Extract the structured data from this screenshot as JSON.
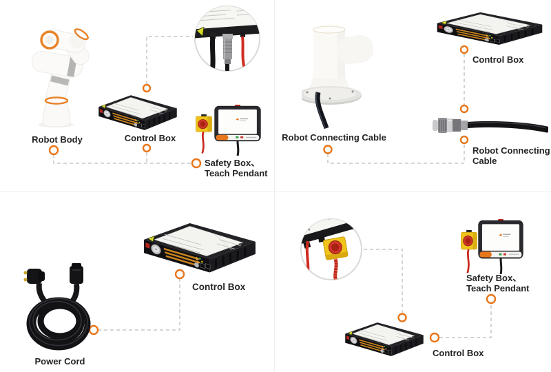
{
  "colors": {
    "accent_orange": "#E8761B",
    "label_text": "#242424",
    "dashed_line": "#CFCFCD",
    "safety_box_yellow": "#F0C41B",
    "estop_button_red": "#CD3628",
    "signal_cable_red": "#CF2D20",
    "device_black": "#1B1B1E"
  },
  "quadrants": {
    "top_left": {
      "labels": {
        "robot_body": "Robot Body",
        "control_box": "Control Box",
        "safety_teach_line1": "Safety Box、",
        "safety_teach_line2": "Teach Pendant"
      }
    },
    "top_right": {
      "labels": {
        "robot_connecting_cable": "Robot Connecting Cable",
        "control_box": "Control Box",
        "connector_line1": "Robot Connecting",
        "connector_line2": "Cable"
      }
    },
    "bottom_left": {
      "labels": {
        "power_cord": "Power Cord",
        "control_box": "Control Box"
      }
    },
    "bottom_right": {
      "labels": {
        "control_box": "Control Box",
        "safety_teach_line1": "Safety Box、",
        "safety_teach_line2": "Teach Pendant"
      }
    }
  }
}
